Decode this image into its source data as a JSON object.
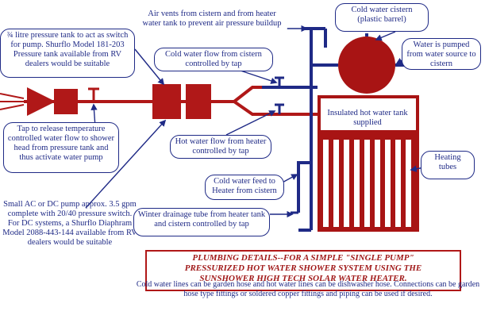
{
  "labels": {
    "air_vents": "Air vents from cistern and from heater water tank to prevent air pressure buildup",
    "cold_cistern": "Cold water cistern (plastic barrel)",
    "water_pumped": "Water is pumped from water source to cistern",
    "pressure_tank": "¾ litre pressure tank to act as switch for pump. Shurflo Model 181-203 Pressure tank available from RV dealers would be suitable",
    "cold_flow": "Cold water flow from cistern controlled by tap",
    "insulated_tank": "Insulated hot water tank supplied",
    "tap_release": "Tap to release temperature controlled water flow to shower head from pressure tank and thus activate water pump",
    "hot_flow": "Hot water flow from heater controlled by tap",
    "heating_tubes": "Heating tubes",
    "cold_feed": "Cold water feed to Heater from cistern",
    "pump_info": "Small AC or DC pump approx. 3.5 gpm complete with 20/40 pressure switch. For DC systems, a Shurflo Diaphram Model 2088-443-144 available from RV dealers would be suitable",
    "winter_drain": "Winter drainage tube from heater tank and cistern controlled by tap"
  },
  "details": {
    "line1": "Plumbing details--for a simple \"single pump\"",
    "line2": "pressurized hot water shower system using the",
    "line3": "sunshower high tech solar water heater.",
    "footer": "Cold water lines can be garden hose and hot water lines can be dishwasher hose. Connections can be garden hose type fittings or soldered copper fittings and piping can be used if desired."
  },
  "colors": {
    "pipe_red": "#b01818",
    "pipe_blue": "#1f2a86",
    "tank_red": "#a81414"
  }
}
